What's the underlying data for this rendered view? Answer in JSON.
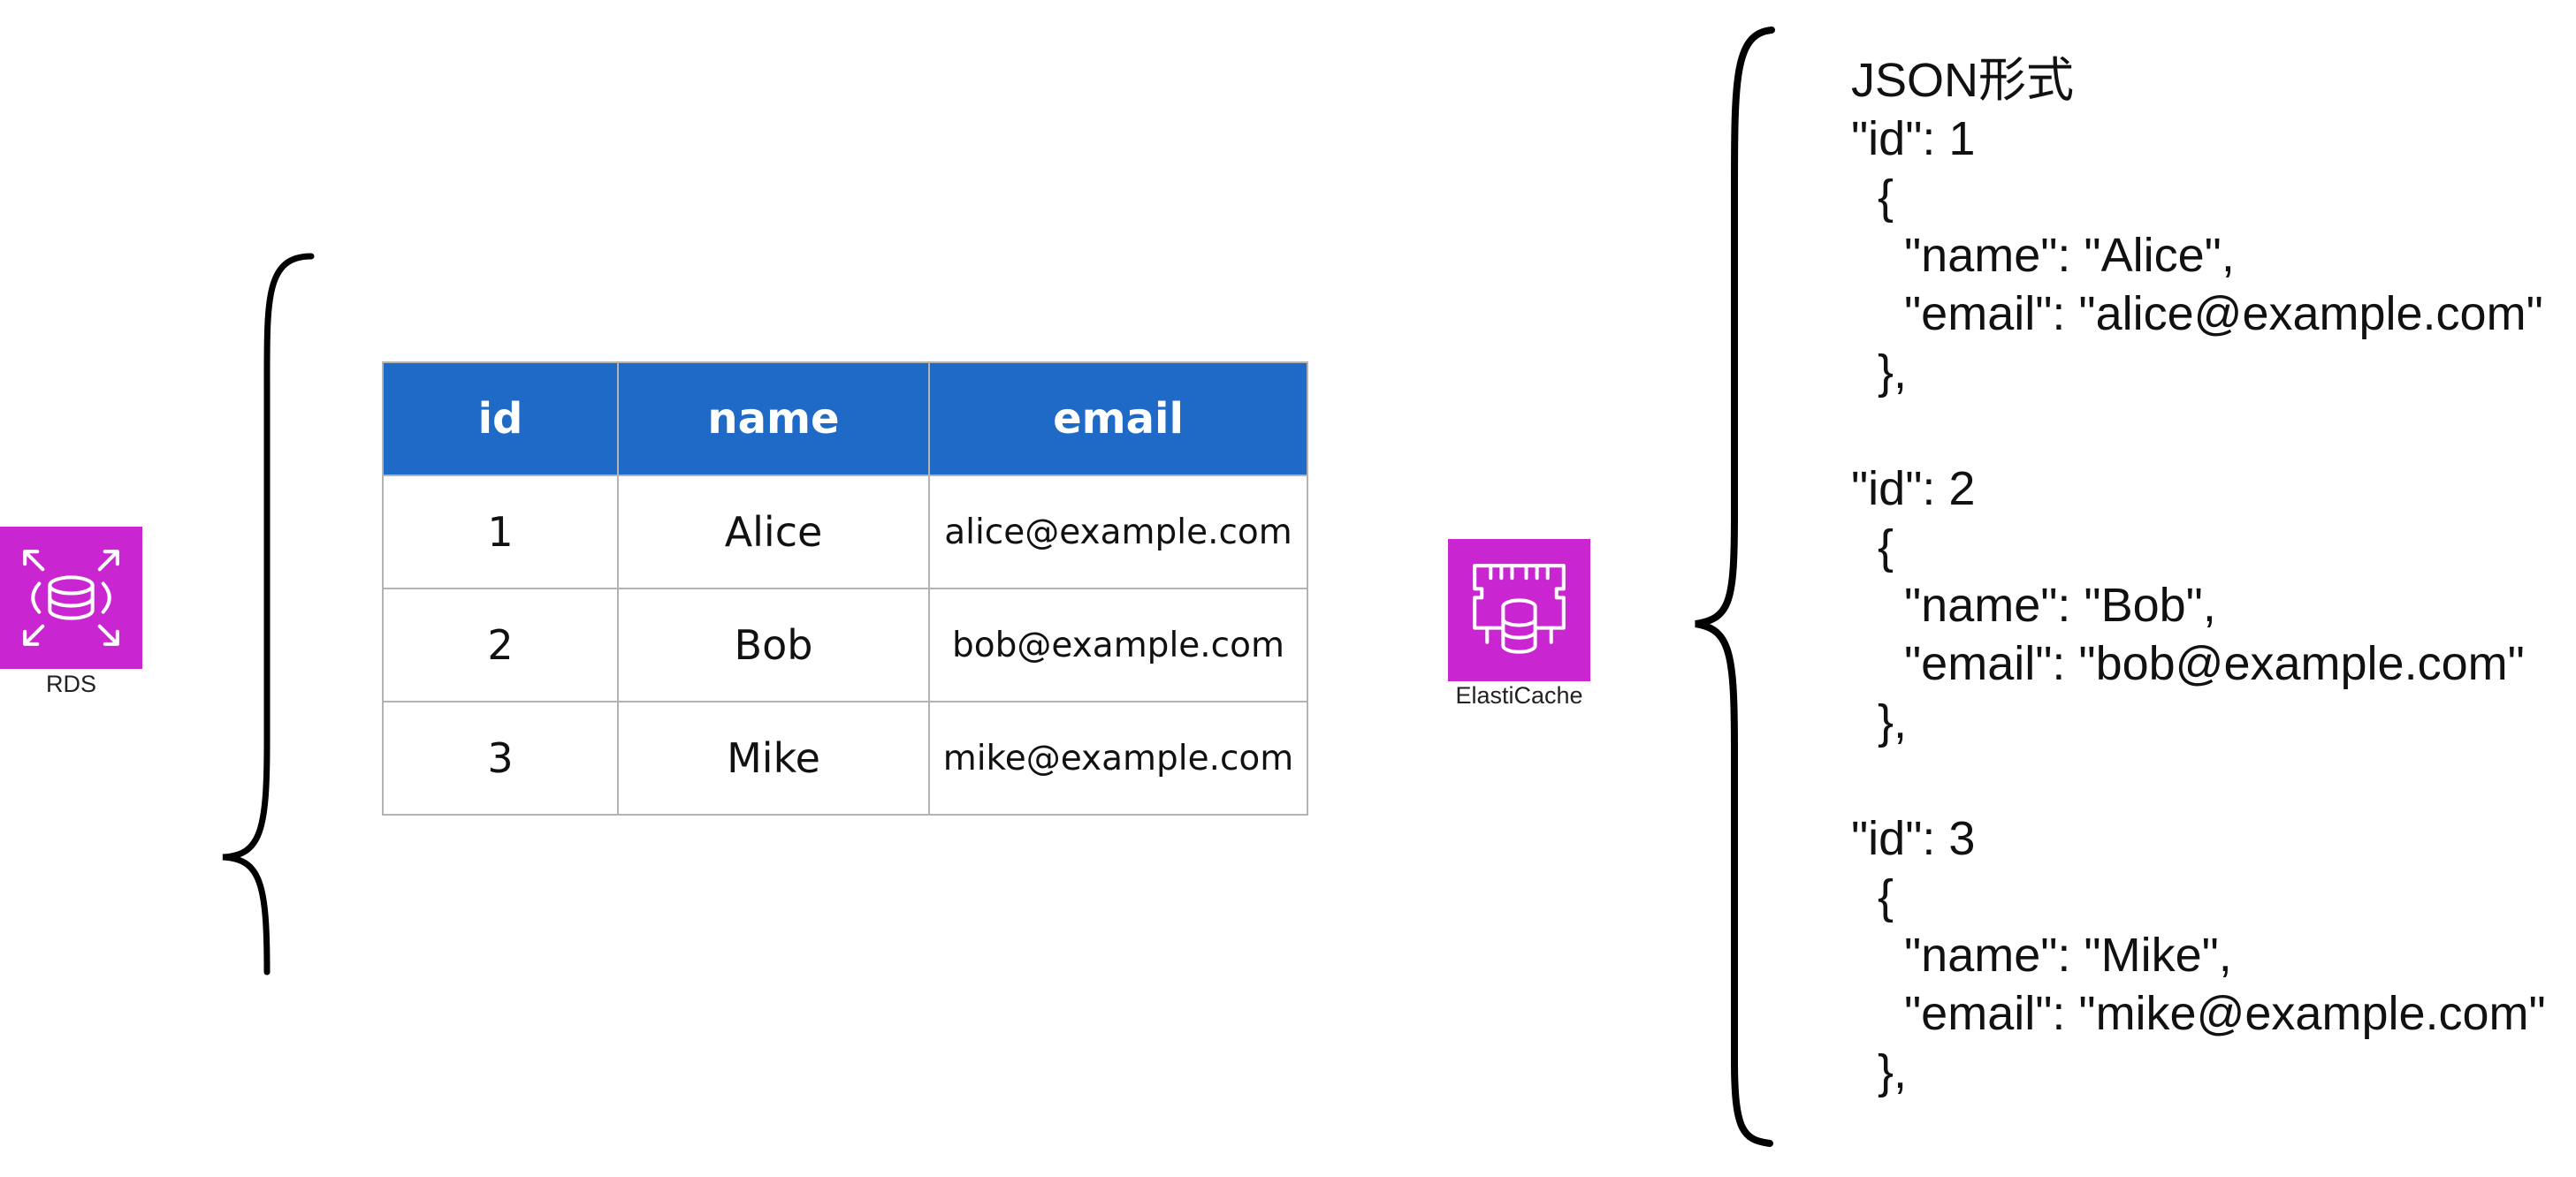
{
  "rds": {
    "label": "RDS",
    "icon": "rds-database-icon",
    "color": "#c925d1"
  },
  "elasticache": {
    "label": "ElastiCache",
    "icon": "elasticache-memory-icon",
    "color": "#c925d1"
  },
  "table": {
    "header_color": "#1f6ac6",
    "columns": [
      "id",
      "name",
      "email"
    ],
    "rows": [
      [
        "1",
        "Alice",
        "alice@example.com"
      ],
      [
        "2",
        "Bob",
        "bob@example.com"
      ],
      [
        "3",
        "Mike",
        "mike@example.com"
      ]
    ]
  },
  "json_text": {
    "title": "JSON形式",
    "lines": [
      "\"id\": 1",
      "  {",
      "    \"name\": \"Alice\",",
      "    \"email\": \"alice@example.com\"",
      "  },",
      "\"id\": 2",
      "  {",
      "    \"name\": \"Bob\",",
      "    \"email\": \"bob@example.com\"",
      "  },",
      "\"id\": 3",
      "  {",
      "    \"name\": \"Mike\",",
      "    \"email\": \"mike@example.com\"",
      "  },"
    ]
  }
}
